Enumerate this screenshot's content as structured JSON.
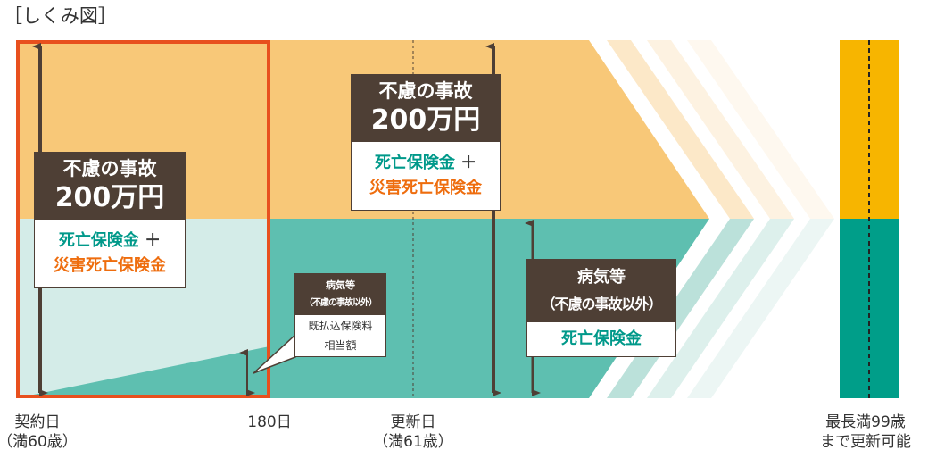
{
  "title": "［しくみ図］",
  "colors": {
    "accident_band": "#F8C878",
    "illness_band": "#5EBFB0",
    "illness_light": "#D4ECE8",
    "highlight_border": "#E8501E",
    "max_bar_top": "#F7B500",
    "max_bar_bottom": "#009E89",
    "box_dark": "#4E3F35"
  },
  "box_first": {
    "heading": "不慮の事故",
    "amount": "200万円",
    "line1": "死亡保険金",
    "plus": "＋",
    "line2": "災害死亡保険金"
  },
  "box_renewal": {
    "heading": "不慮の事故",
    "amount": "200万円",
    "line1": "死亡保険金",
    "plus": "＋",
    "line2": "災害死亡保険金"
  },
  "box_illness_small": {
    "heading": "病気等",
    "sub": "（不慮の事故以外）",
    "line1": "既払込保険料",
    "line2": "相当額"
  },
  "box_illness": {
    "heading": "病気等",
    "sub": "（不慮の事故以外）",
    "line1": "死亡保険金"
  },
  "timeline": {
    "start": {
      "line1": "契約日",
      "line2": "（満60歳）"
    },
    "day180": "180日",
    "renewal": {
      "line1": "更新日",
      "line2": "（満61歳）"
    },
    "end": {
      "line1": "最長満99歳",
      "line2": "まで更新可能"
    }
  }
}
